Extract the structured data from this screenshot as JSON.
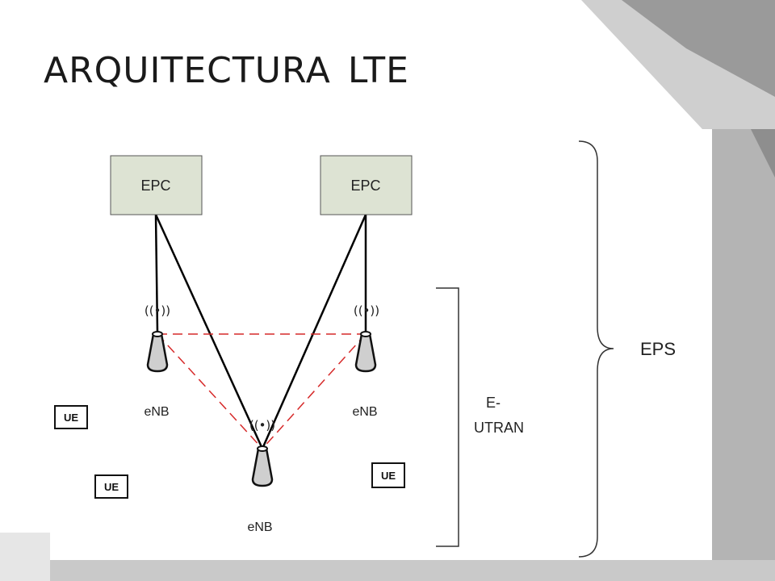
{
  "slide": {
    "title": "ARQUITECTURA  LTE"
  },
  "diagram": {
    "epc_boxes": [
      "EPC",
      "EPC"
    ],
    "enb_labels": [
      "eNB",
      "eNB",
      "eNB"
    ],
    "ue_labels": [
      "UE",
      "UE",
      "UE"
    ],
    "signal_glyph": "((•))",
    "bracket_eutran_label_lines": [
      "E-",
      "UTRAN"
    ],
    "brace_eps_label": "EPS"
  },
  "colors": {
    "slide_bg": "#ffffff",
    "corner_gray_dark": "#8c8c8c",
    "corner_gray_light": "#c8c8c8",
    "epc_fill": "#dde3d3",
    "x2_link": "#d62a2a",
    "s1_link": "#000000"
  }
}
